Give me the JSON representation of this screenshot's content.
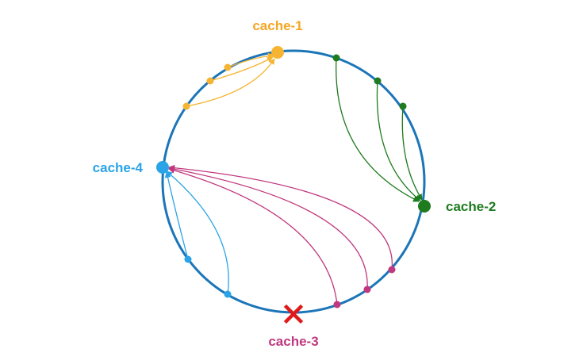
{
  "nodes": {
    "cache1": {
      "label": "cache-1",
      "color": "#f5a623"
    },
    "cache2": {
      "label": "cache-2",
      "color": "#1e7b1e"
    },
    "cache3": {
      "label": "cache-3",
      "color": "#c0387e",
      "status": "failed",
      "marker_color": "#e0191b"
    },
    "cache4": {
      "label": "cache-4",
      "color": "#2aa4e6"
    }
  },
  "ring": {
    "color": "#1b75b8"
  },
  "key_colors": {
    "to_cache1": "#f5b533",
    "to_cache2": "#1e7b1e",
    "to_cache4_from_cache3": "#c0387e",
    "to_cache4": "#2aa4e6"
  }
}
